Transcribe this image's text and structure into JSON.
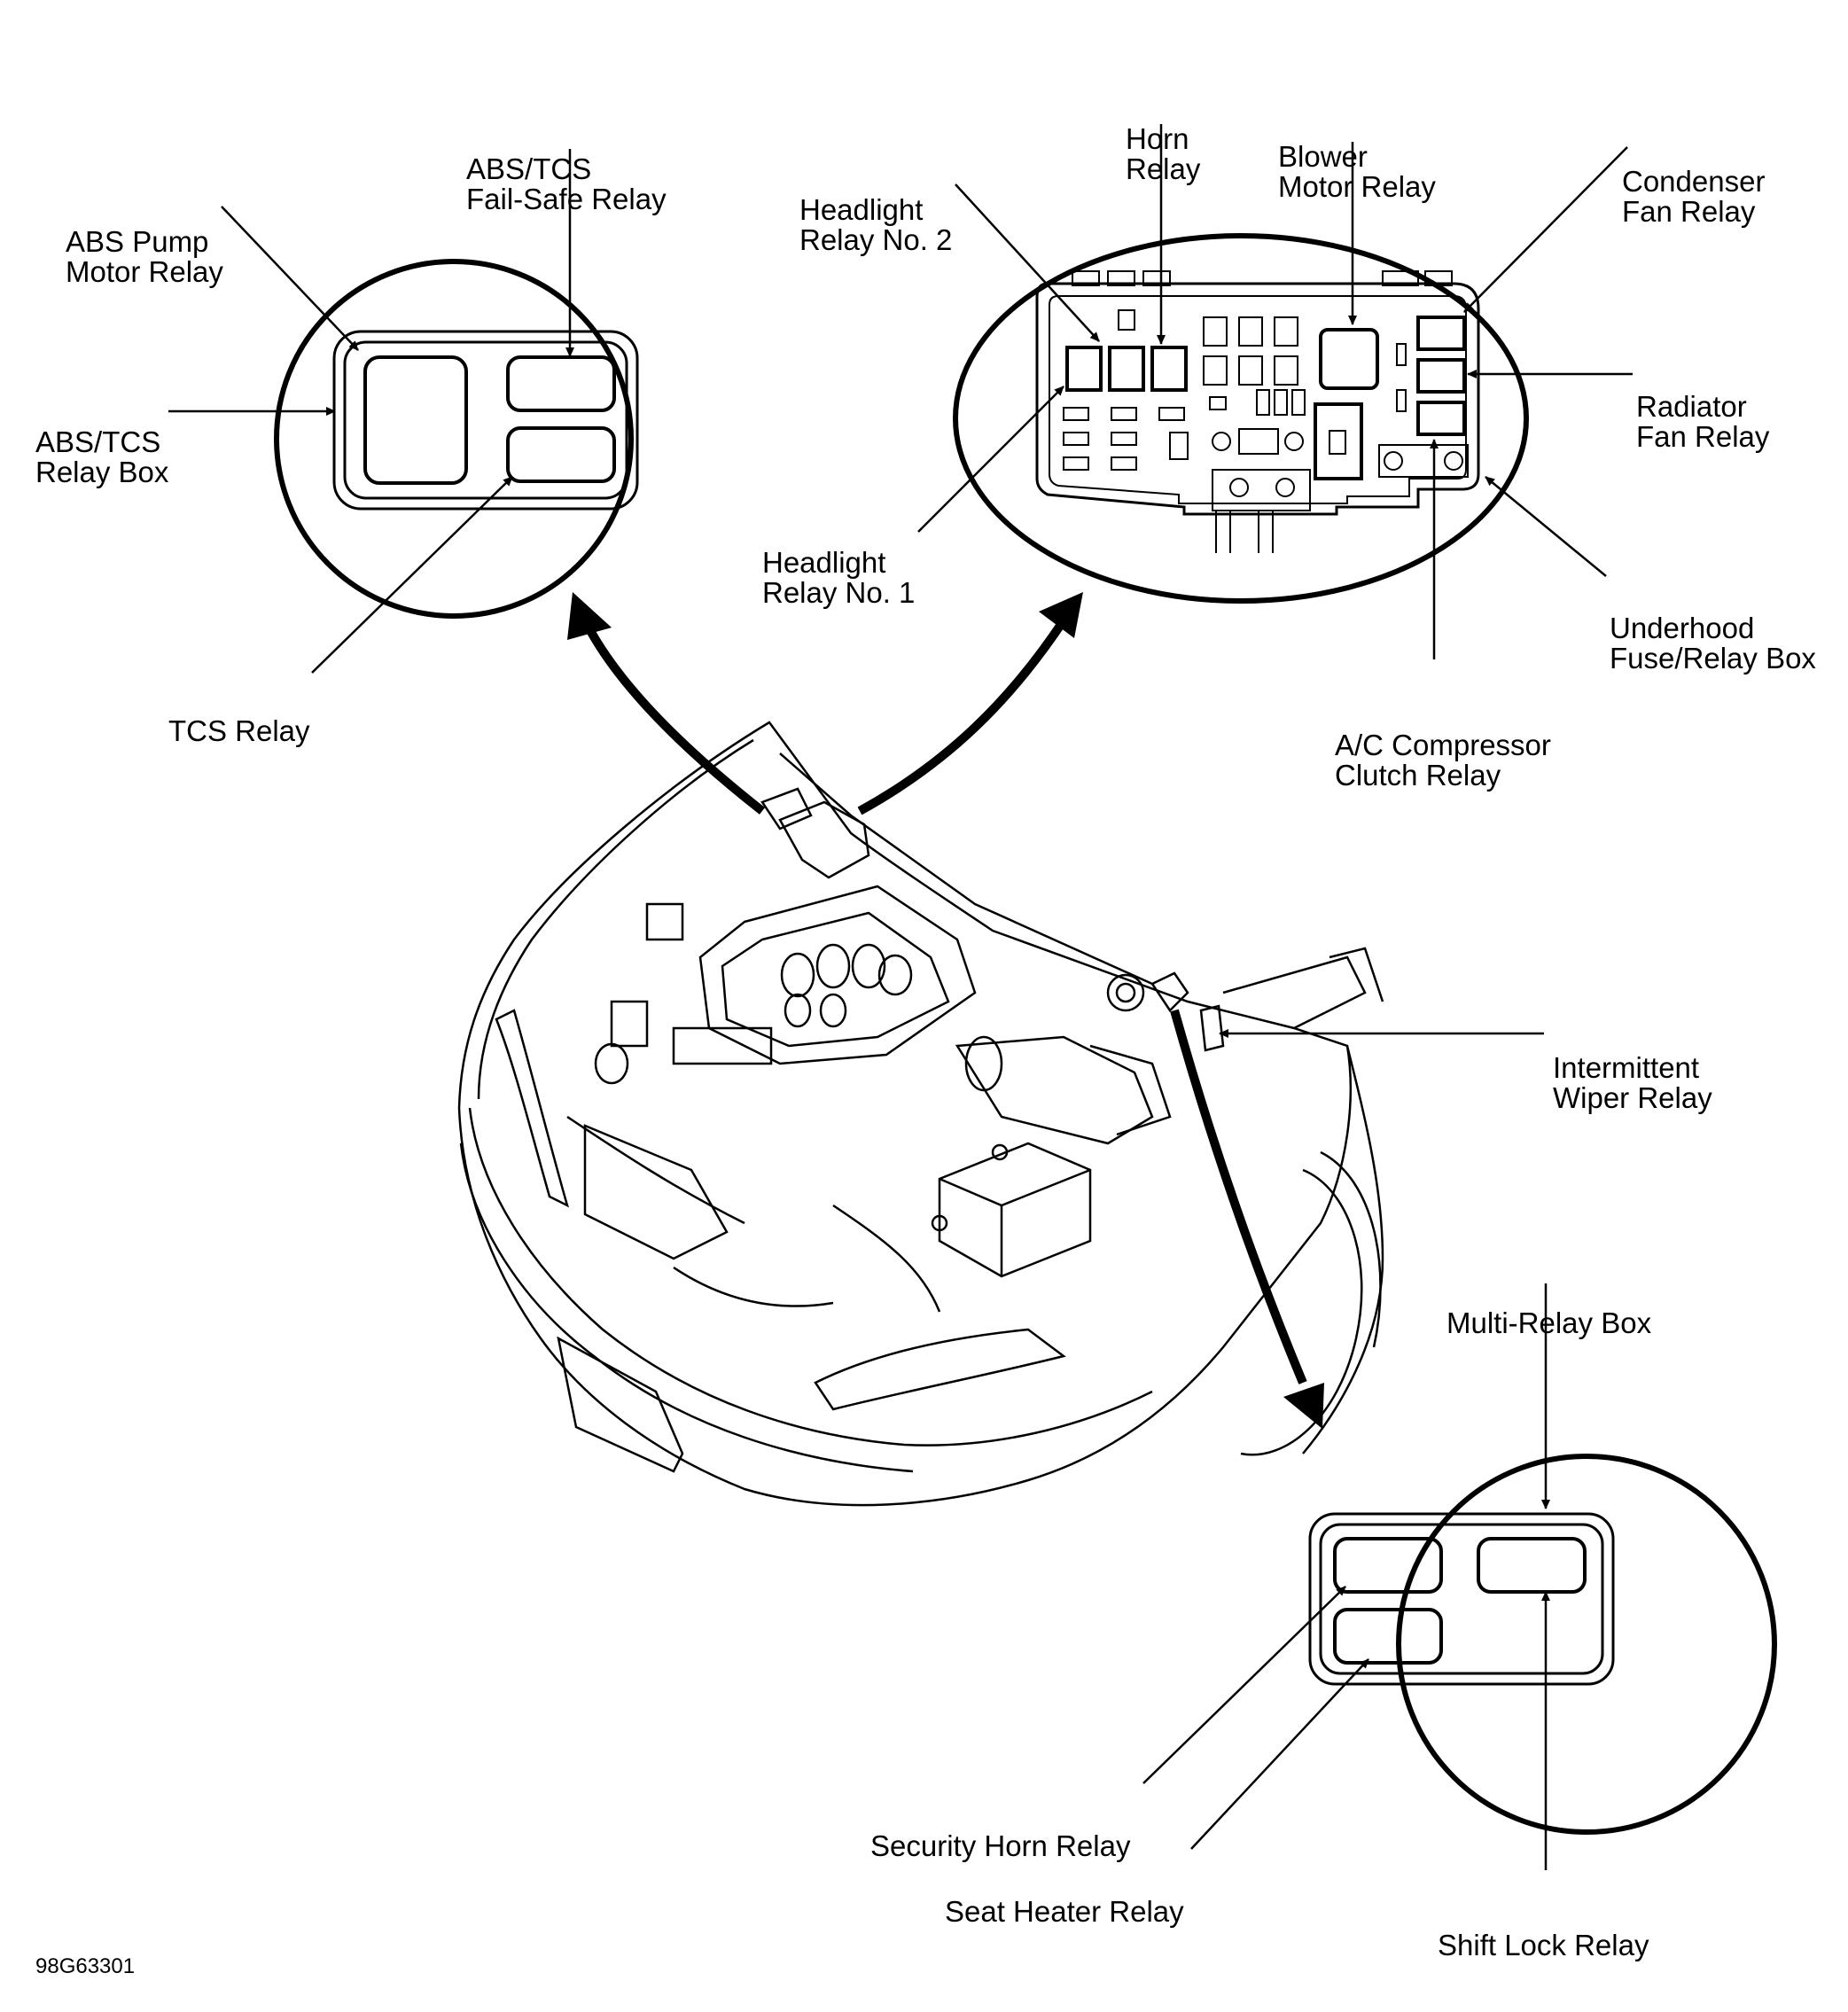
{
  "diagram_id": "98G63301",
  "abs_box": {
    "abs_pump_motor_relay": [
      "ABS Pump",
      "Motor Relay"
    ],
    "fail_safe_relay": [
      "ABS/TCS",
      "Fail-Safe Relay"
    ],
    "relay_box": [
      "ABS/TCS",
      "Relay Box"
    ],
    "tcs_relay": "TCS Relay"
  },
  "underhood_box": {
    "headlight_relay_2": [
      "Headlight",
      "Relay No. 2"
    ],
    "horn_relay": [
      "Horn",
      "Relay"
    ],
    "blower_motor_relay": [
      "Blower",
      "Motor Relay"
    ],
    "condenser_fan_relay": [
      "Condenser",
      "Fan Relay"
    ],
    "radiator_fan_relay": [
      "Radiator",
      "Fan Relay"
    ],
    "headlight_relay_1": [
      "Headlight",
      "Relay No. 1"
    ],
    "fuse_relay_box": [
      "Underhood",
      "Fuse/Relay Box"
    ],
    "ac_compressor_clutch_relay": [
      "A/C Compressor",
      "Clutch Relay"
    ]
  },
  "intermittent_wiper_relay": [
    "Intermittent",
    "Wiper Relay"
  ],
  "multi_relay_box": {
    "box": "Multi-Relay Box",
    "security_horn_relay": "Security Horn Relay",
    "seat_heater_relay": "Seat Heater Relay",
    "shift_lock_relay": "Shift Lock Relay"
  }
}
